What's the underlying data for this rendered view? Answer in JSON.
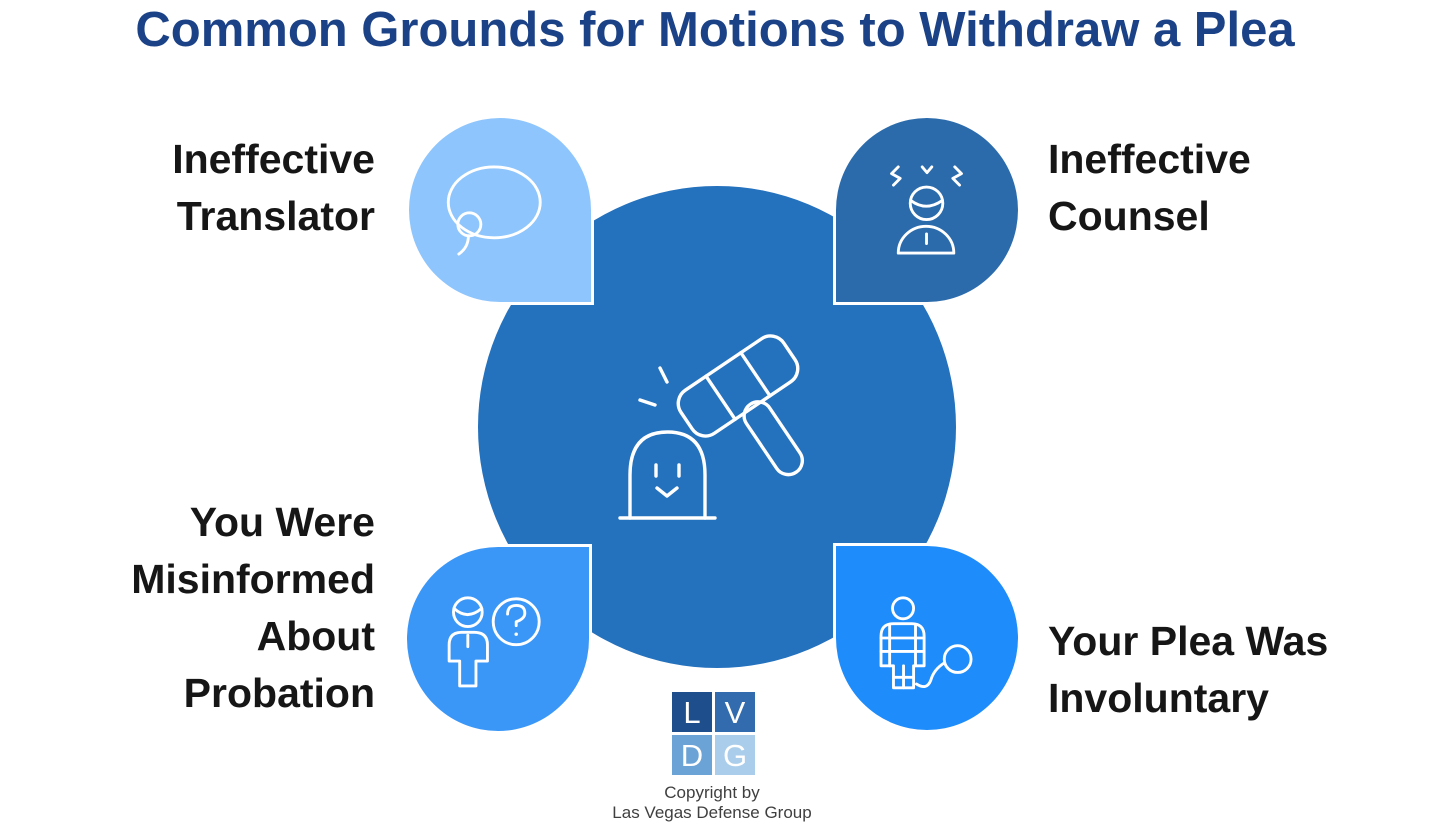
{
  "title": {
    "text": "Common Grounds for Motions to Withdraw a Plea",
    "color": "#1b4287"
  },
  "center": {
    "icon": "gavel-and-defendant-icon",
    "color": "#2471bd"
  },
  "label_color": "#161616",
  "nodes": [
    {
      "id": "ineffective-translator",
      "position": "top-left",
      "lines": [
        "Ineffective",
        "Translator"
      ],
      "bubble_color": "#8ec5fc",
      "icon": "speech-bubble-doodle-icon"
    },
    {
      "id": "ineffective-counsel",
      "position": "top-right",
      "lines": [
        "Ineffective",
        "Counsel"
      ],
      "bubble_color": "#2b6bac",
      "icon": "stressed-person-icon"
    },
    {
      "id": "misinformed-about-probation",
      "position": "bottom-left",
      "lines": [
        "You Were",
        "Misinformed",
        "About",
        "Probation"
      ],
      "bubble_color": "#3b97f7",
      "icon": "person-question-mark-icon"
    },
    {
      "id": "plea-involuntary",
      "position": "bottom-right",
      "lines": [
        "Your Plea Was",
        "Involuntary"
      ],
      "bubble_color": "#1e8cfa",
      "icon": "prisoner-ball-chain-icon"
    }
  ],
  "footer": {
    "logo": {
      "letters": [
        "L",
        "V",
        "D",
        "G"
      ],
      "colors": [
        "#1f4e8c",
        "#326bae",
        "#6ba3d6",
        "#a9cdea"
      ]
    },
    "copyright": {
      "line1": "Copyright by",
      "line2": "Las Vegas Defense Group",
      "color": "#3f3f3f"
    }
  }
}
